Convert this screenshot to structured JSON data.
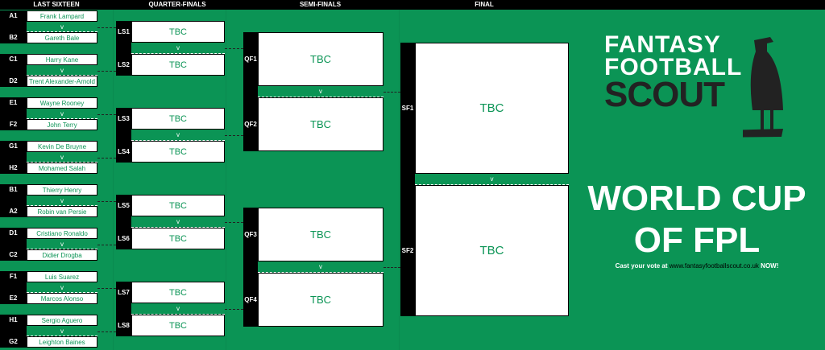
{
  "headers": [
    "LAST SIXTEEN",
    "QUARTER-FINALS",
    "SEMI-FINALS",
    "FINAL"
  ],
  "vs_label": "v",
  "last_sixteen": [
    [
      {
        "code": "A1",
        "name": "Frank Lampard"
      },
      {
        "code": "B2",
        "name": "Gareth Bale"
      }
    ],
    [
      {
        "code": "C1",
        "name": "Harry Kane"
      },
      {
        "code": "D2",
        "name": "Trent Alexander-Arnold"
      }
    ],
    [
      {
        "code": "E1",
        "name": "Wayne Rooney"
      },
      {
        "code": "F2",
        "name": "John Terry"
      }
    ],
    [
      {
        "code": "G1",
        "name": "Kevin De Bruyne"
      },
      {
        "code": "H2",
        "name": "Mohamed Salah"
      }
    ],
    [
      {
        "code": "B1",
        "name": "Thierry Henry"
      },
      {
        "code": "A2",
        "name": "Robin van Persie"
      }
    ],
    [
      {
        "code": "D1",
        "name": "Cristiano Ronaldo"
      },
      {
        "code": "C2",
        "name": "Didier Drogba"
      }
    ],
    [
      {
        "code": "F1",
        "name": "Luis Suarez"
      },
      {
        "code": "E2",
        "name": "Marcos Alonso"
      }
    ],
    [
      {
        "code": "H1",
        "name": "Sergio Aguero"
      },
      {
        "code": "G2",
        "name": "Leighton Baines"
      }
    ]
  ],
  "quarter_finals": [
    [
      {
        "code": "LS1",
        "name": "TBC"
      },
      {
        "code": "LS2",
        "name": "TBC"
      }
    ],
    [
      {
        "code": "LS3",
        "name": "TBC"
      },
      {
        "code": "LS4",
        "name": "TBC"
      }
    ],
    [
      {
        "code": "LS5",
        "name": "TBC"
      },
      {
        "code": "LS6",
        "name": "TBC"
      }
    ],
    [
      {
        "code": "LS7",
        "name": "TBC"
      },
      {
        "code": "LS8",
        "name": "TBC"
      }
    ]
  ],
  "semi_finals": [
    [
      {
        "code": "QF1",
        "name": "TBC"
      },
      {
        "code": "QF2",
        "name": "TBC"
      }
    ],
    [
      {
        "code": "QF3",
        "name": "TBC"
      },
      {
        "code": "QF4",
        "name": "TBC"
      }
    ]
  ],
  "final": [
    [
      {
        "code": "SF1",
        "name": "TBC"
      },
      {
        "code": "SF2",
        "name": "TBC"
      }
    ]
  ],
  "logo": {
    "line1": "FANTASY",
    "line2": "FOOTBALL",
    "line3": "SCOUT"
  },
  "title": {
    "line1": "WORLD CUP",
    "line2": "OF FPL"
  },
  "cta": {
    "prefix": "Cast your vote at ",
    "url": "www.fantasyfootballscout.co.uk",
    "suffix": " NOW!"
  }
}
